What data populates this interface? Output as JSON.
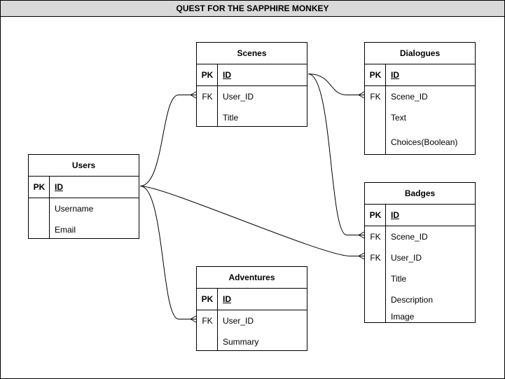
{
  "diagram": {
    "title": "QUEST FOR THE SAPPHIRE MONKEY",
    "entities": {
      "users": {
        "name": "Users",
        "rows": [
          {
            "key": "PK",
            "field": "ID"
          },
          {
            "key": "",
            "field": "Username"
          },
          {
            "key": "",
            "field": "Email"
          }
        ]
      },
      "scenes": {
        "name": "Scenes",
        "rows": [
          {
            "key": "PK",
            "field": "ID"
          },
          {
            "key": "FK",
            "field": "User_ID"
          },
          {
            "key": "",
            "field": "Title"
          }
        ]
      },
      "dialogues": {
        "name": "Dialogues",
        "rows": [
          {
            "key": "PK",
            "field": "ID"
          },
          {
            "key": "FK",
            "field": "Scene_ID"
          },
          {
            "key": "",
            "field": "Text"
          },
          {
            "key": "",
            "field": "Choices(Boolean)"
          }
        ]
      },
      "badges": {
        "name": "Badges",
        "rows": [
          {
            "key": "PK",
            "field": "ID"
          },
          {
            "key": "FK",
            "field": "Scene_ID"
          },
          {
            "key": "FK",
            "field": "User_ID"
          },
          {
            "key": "",
            "field": "Title"
          },
          {
            "key": "",
            "field": "Description"
          },
          {
            "key": "",
            "field": "Image"
          }
        ]
      },
      "adventures": {
        "name": "Adventures",
        "rows": [
          {
            "key": "PK",
            "field": "ID"
          },
          {
            "key": "FK",
            "field": "User_ID"
          },
          {
            "key": "",
            "field": "Summary"
          }
        ]
      }
    },
    "relationships": [
      {
        "from": "Users.ID",
        "to": "Scenes.User_ID",
        "cardinality": "one-to-many"
      },
      {
        "from": "Users.ID",
        "to": "Adventures.User_ID",
        "cardinality": "one-to-many"
      },
      {
        "from": "Users.ID",
        "to": "Badges.User_ID",
        "cardinality": "one-to-many"
      },
      {
        "from": "Scenes.ID",
        "to": "Dialogues.Scene_ID",
        "cardinality": "one-to-many"
      },
      {
        "from": "Scenes.ID",
        "to": "Badges.Scene_ID",
        "cardinality": "one-to-many"
      }
    ],
    "colors": {
      "border": "#000000",
      "title_bar": "#d9d9d9",
      "background": "#ffffff"
    }
  }
}
